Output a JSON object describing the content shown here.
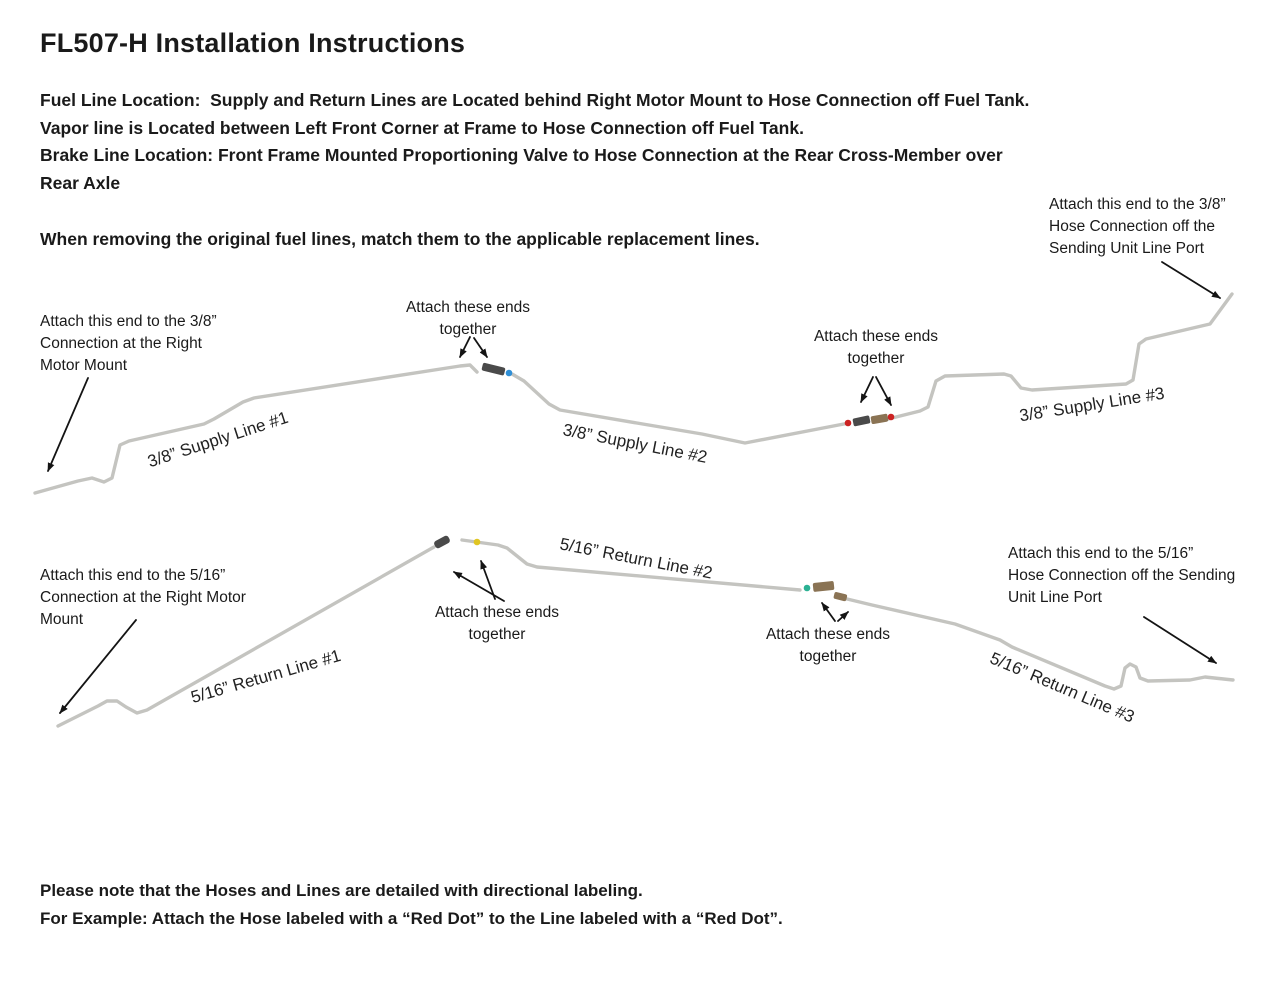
{
  "page": {
    "title": "FL507-H Installation Instructions",
    "intro": "Fuel Line Location:  Supply and Return Lines are Located behind Right Motor Mount to Hose Connection off Fuel Tank.\nVapor line is Located between Left Front Corner at Frame to Hose Connection off Fuel Tank.\nBrake Line Location: Front Frame Mounted Proportioning Valve to Hose Connection at the Rear Cross-Member over\nRear Axle",
    "instruction": "When removing the original fuel lines, match them to the applicable replacement lines.",
    "footer": "Please note that the Hoses and Lines are detailed with directional labeling.\nFor Example: Attach the Hose labeled with a “Red Dot” to the Line labeled with a “Red Dot”."
  },
  "supply": {
    "note_left": "Attach this end to the 3/8”\nConnection at the Right\nMotor Mount",
    "note_join1": "Attach these ends\ntogether",
    "note_join2": "Attach these ends\ntogether",
    "note_right": "Attach this end to the 3/8”\nHose Connection off the\nSending Unit Line Port",
    "label_line1": "3/8” Supply Line #1",
    "label_line2": "3/8” Supply Line #2",
    "label_line3": "3/8” Supply Line #3"
  },
  "return": {
    "note_left": "Attach this end to the 5/16”\nConnection at the Right Motor\nMount",
    "note_join1": "Attach these ends\ntogether",
    "note_join2": "Attach these ends\ntogether",
    "note_right": "Attach this end to the 5/16”\nHose Connection off the Sending\nUnit Line Port",
    "label_line1": "5/16” Return Line #1",
    "label_line2": "5/16” Return Line #2",
    "label_line3": "5/16” Return Line #3"
  },
  "colors": {
    "tube": "#c4c4c0",
    "fitting_dark": "#4a4a4a",
    "fitting_brass": "#8a7354",
    "dot_blue": "#2f8fd6",
    "dot_red": "#cc2222",
    "dot_yellow": "#e0c522",
    "dot_green": "#2bb193",
    "arrow": "#141414"
  }
}
